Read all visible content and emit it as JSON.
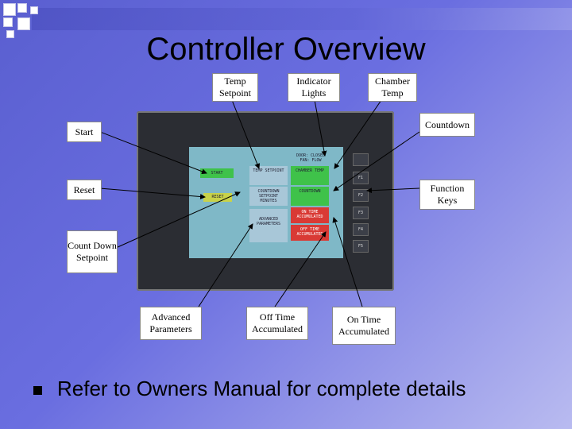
{
  "slide": {
    "title": "Controller Overview",
    "bullet": "Refer to Owners Manual for complete details"
  },
  "callouts": {
    "temp_setpoint": "Temp Setpoint",
    "indicator_lights": "Indicator Lights",
    "chamber_temp": "Chamber Temp",
    "start": "Start",
    "countdown": "Countdown",
    "reset": "Reset",
    "function_keys": "Function Keys",
    "count_down_setpoint": "Count Down Setpoint",
    "advanced_parameters": "Advanced Parameters",
    "off_time_accumulated": "Off Time Accumulated",
    "on_time_accumulated": "On Time Accumulated"
  },
  "screen": {
    "door_status": "DOOR: CLOSED FAN: FLOW",
    "start_btn": "START",
    "reset_btn": "RESET",
    "setpoint_box": "TEMP SETPOINT",
    "chamber_box": "CHAMBER TEMP",
    "countdown_setpoint_box": "COUNTDOWN SETPOINT MINUTES",
    "countdown_box": "COUNTDOWN",
    "advanced_box": "ADVANCED PARAMETERS",
    "on_time_box": "ON TIME ACCUMULATED",
    "off_time_box": "OFF TIME ACCUMULATED",
    "fkeys": [
      "F1",
      "F2",
      "F3",
      "F4",
      "F5"
    ]
  },
  "colors": {
    "screen_green": "#3fc24a",
    "screen_red": "#d93a35",
    "screen_yellow": "#c8d24a",
    "screen_grey": "#a8c7d8"
  }
}
